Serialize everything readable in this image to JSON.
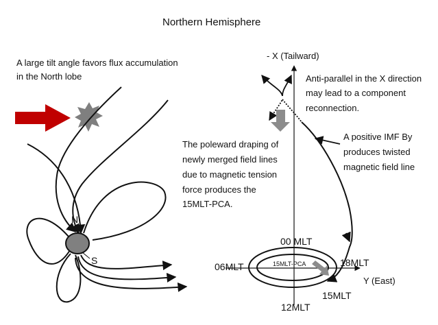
{
  "title": "Northern Hemisphere",
  "left_panel": {
    "caption_lines": [
      "A large tilt angle favors flux accumulation",
      "in the North lobe"
    ],
    "label_n": "N",
    "label_s": "S"
  },
  "right_panel": {
    "axis_x_label": "- X (Tailward)",
    "axis_y_label": "Y (East)",
    "reconnection_note": [
      "Anti-parallel in the X  direction",
      "may lead to a component",
      "reconnection."
    ],
    "imf_note": [
      "A positive IMF By",
      "produces twisted",
      "magnetic field line"
    ],
    "draping_note": [
      "The poleward draping of",
      "newly merged field lines",
      "due to magnetic tension",
      "force produces the",
      "15MLT-PCA."
    ],
    "mlt_labels": {
      "top": "00 MLT",
      "left": "06MLT",
      "right": "18MLT",
      "bottom": "12MLT",
      "lower_right": "15MLT",
      "center": "15MLT-PCA"
    }
  },
  "colors": {
    "solar_wind_arrow": "#c00000",
    "starburst": "#7f7f7f",
    "earth": "#808080",
    "gray_arrow": "#8c8c8c",
    "line": "#111111"
  }
}
